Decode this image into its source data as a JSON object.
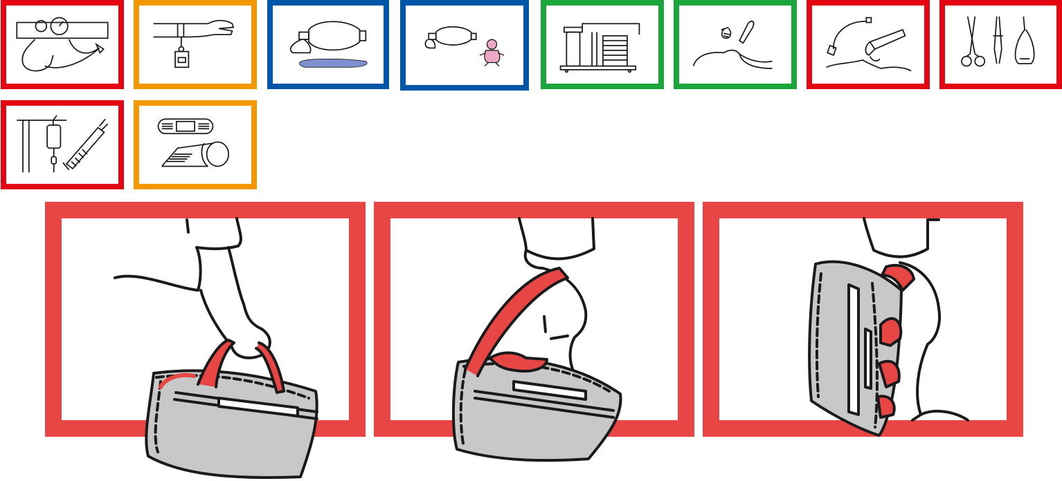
{
  "colors": {
    "red": "#e30613",
    "orange": "#f39800",
    "blue": "#0056a6",
    "green": "#1aa63a",
    "panel_red": "#e84545",
    "bag_gray": "#c8c8c8",
    "strap_red": "#e84545",
    "ink": "#1a1a1a",
    "mask_blue": "#7f8fd0",
    "baby_pink": "#f0a8c8"
  },
  "equipment_tiles": [
    {
      "icon": "blood-pressure-stethoscope-icon",
      "category_color": "red"
    },
    {
      "icon": "wrist-id-tag-icon",
      "category_color": "orange"
    },
    {
      "icon": "adult-bag-valve-mask-icon",
      "category_color": "blue"
    },
    {
      "icon": "infant-bag-valve-mask-icon",
      "category_color": "blue"
    },
    {
      "icon": "suction-pump-icon",
      "category_color": "green"
    },
    {
      "icon": "manual-suction-icon",
      "category_color": "green"
    },
    {
      "icon": "laryngoscope-intubation-icon",
      "category_color": "red"
    },
    {
      "icon": "surgical-instruments-icon",
      "category_color": "red"
    },
    {
      "icon": "iv-drip-syringe-icon",
      "category_color": "red"
    },
    {
      "icon": "bandage-gauze-icon",
      "category_color": "orange"
    }
  ],
  "carry_modes": [
    {
      "icon": "hand-carry-bag-icon"
    },
    {
      "icon": "shoulder-carry-bag-icon"
    },
    {
      "icon": "backpack-carry-bag-icon"
    }
  ]
}
